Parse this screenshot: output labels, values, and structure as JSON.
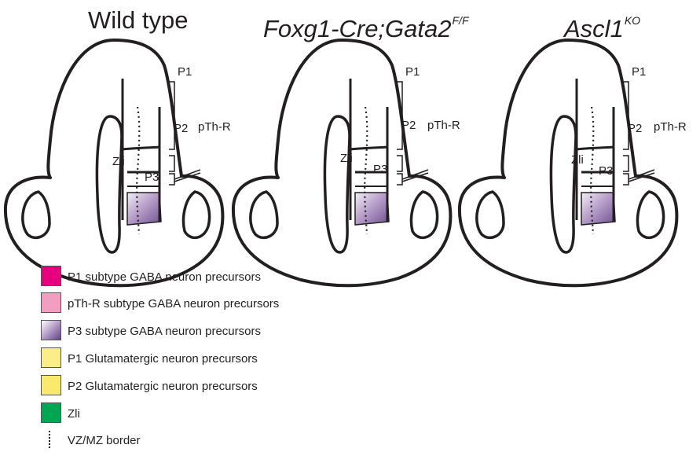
{
  "titles": {
    "wild_type": "Wild type",
    "foxg1_main": "Foxg1-Cre;Gata2",
    "foxg1_sup": "F/F",
    "ascl1_main": "Ascl1",
    "ascl1_sup": "KO"
  },
  "region_labels": {
    "p1": "P1",
    "p2": "P2",
    "pthr": "pTh-R",
    "zli": "Zli",
    "p3": "P3"
  },
  "legend": [
    {
      "label": "P1 subtype GABA neuron precursors",
      "color": "#e6007e",
      "style": "solid"
    },
    {
      "label": "pTh-R subtype GABA neuron precursors",
      "color": "#f19ec2",
      "style": "solid"
    },
    {
      "label": "P3 subtype GABA neuron precursors",
      "color": "#8a6aa8",
      "style": "gradient"
    },
    {
      "label": "P1 Glutamatergic neuron precursors",
      "color": "#fbee86",
      "style": "solid"
    },
    {
      "label": "P2 Glutamatergic neuron precursors",
      "color": "#f9e96c",
      "style": "solid"
    },
    {
      "label": "Zli",
      "color": "#00a651",
      "style": "solid"
    },
    {
      "label": "VZ/MZ border",
      "color": "#231f20",
      "style": "dotted"
    }
  ]
}
